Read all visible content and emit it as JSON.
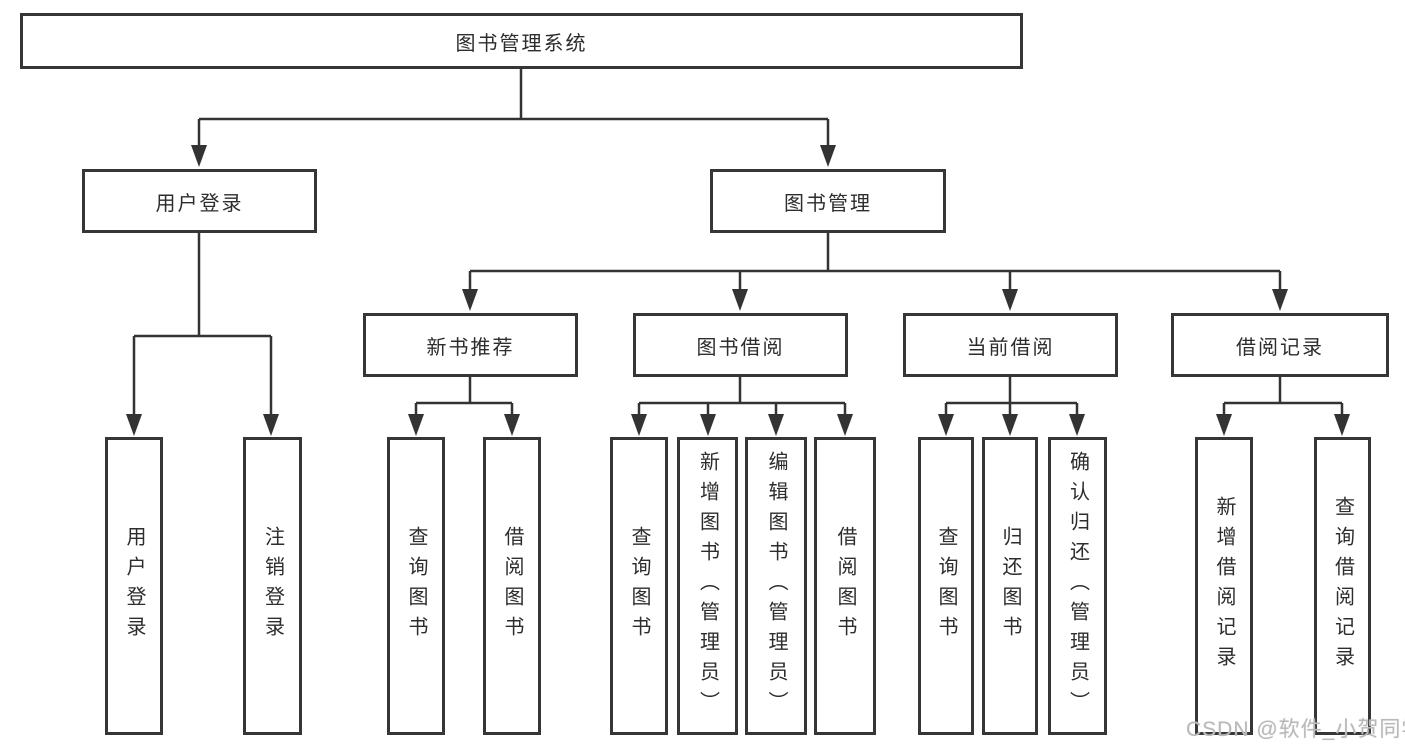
{
  "tree": {
    "label": "图书管理系统",
    "children": [
      {
        "label": "用户登录",
        "children": [
          {
            "label": "用户登录"
          },
          {
            "label": "注销登录"
          }
        ]
      },
      {
        "label": "图书管理",
        "children": [
          {
            "label": "新书推荐",
            "children": [
              {
                "label": "查询图书"
              },
              {
                "label": "借阅图书"
              }
            ]
          },
          {
            "label": "图书借阅",
            "children": [
              {
                "label": "查询图书"
              },
              {
                "label": "新增图书（管理员）"
              },
              {
                "label": "编辑图书（管理员）"
              },
              {
                "label": "借阅图书"
              }
            ]
          },
          {
            "label": "当前借阅",
            "children": [
              {
                "label": "查询图书"
              },
              {
                "label": "归还图书"
              },
              {
                "label": "确认归还（管理员）"
              }
            ]
          },
          {
            "label": "借阅记录",
            "children": [
              {
                "label": "新增借阅记录"
              },
              {
                "label": "查询借阅记录"
              }
            ]
          }
        ]
      }
    ]
  },
  "watermark": "CSDN @软件_小贺同学",
  "colors": {
    "line": "#333333",
    "box_border": "#363636",
    "text": "#2d2d2d",
    "watermark": "#b9b9b9",
    "background": "#ffffff"
  }
}
